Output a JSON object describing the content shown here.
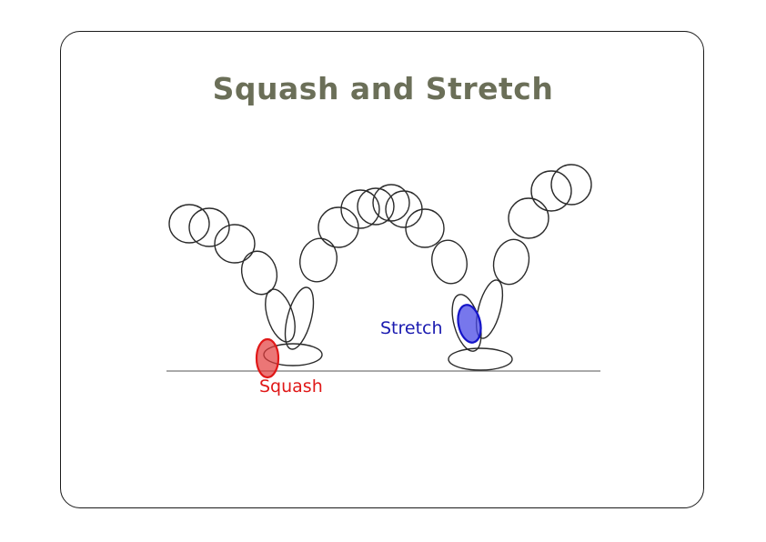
{
  "slide": {
    "title": "Squash and Stretch"
  },
  "annotations": {
    "squash": {
      "label": "Squash",
      "color": "#e01818"
    },
    "stretch": {
      "label": "Stretch",
      "color": "#1a1ae0"
    }
  },
  "drawing": {
    "stroke_color": "#2a2a2a"
  }
}
